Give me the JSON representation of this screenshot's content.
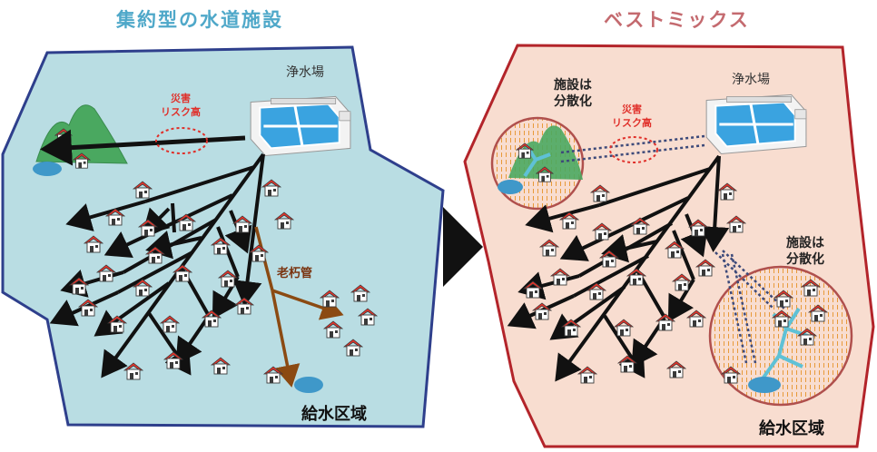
{
  "left_panel": {
    "title": "集約型の水道施設",
    "plant_label": "浄水場",
    "risk_label_1": "災害",
    "risk_label_2": "リスク高",
    "old_pipe_label": "老朽管",
    "area_label": "給水区域"
  },
  "right_panel": {
    "title": "ベストミックス",
    "plant_label": "浄水場",
    "decentral_label_top_1": "施設は",
    "decentral_label_top_2": "分散化",
    "decentral_label_right_1": "施設は",
    "decentral_label_right_2": "分散化",
    "risk_label_1": "災害",
    "risk_label_2": "リスク高",
    "area_label": "給水区域"
  },
  "colors": {
    "left_fill": "#b9dde3",
    "left_border": "#2e3f8c",
    "right_fill": "#f8ddd0",
    "right_border": "#b3242a",
    "title_left": "#4fa8c9",
    "title_right": "#c46a6f",
    "risk_red": "#e0302a",
    "old_pipe": "#8b4a12",
    "mountain": "#4aa860",
    "water": "#3f98c9",
    "roof": "#e8332a"
  },
  "icons": [
    "house-icon",
    "mountain-icon",
    "pond-icon",
    "water-plant-icon",
    "arrow-right-icon"
  ]
}
